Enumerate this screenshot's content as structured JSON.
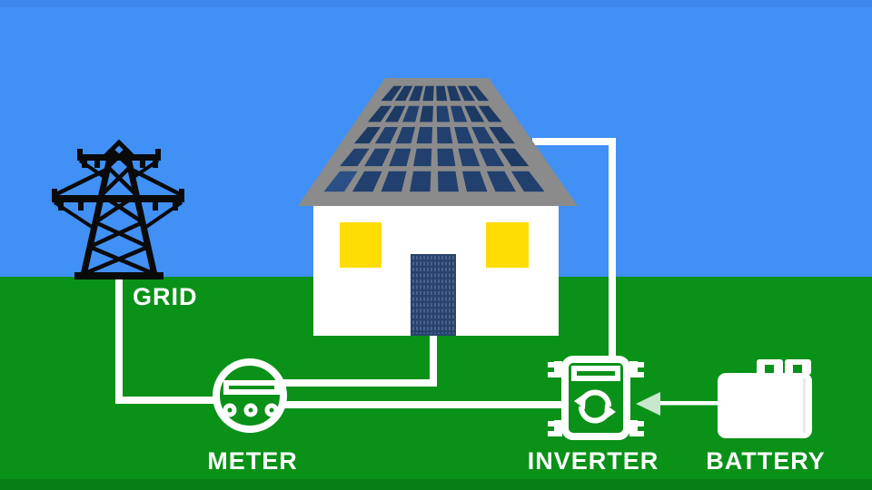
{
  "title": "Home solar power system diagram",
  "scene": {
    "labels": {
      "grid": "GRID",
      "meter": "METER",
      "inverter": "INVERTER",
      "battery": "BATTERY"
    }
  },
  "colors": {
    "sky": "#4190f6",
    "ground": "#0a9118",
    "roof": "#8b8b8b",
    "window": "#ffdc04",
    "tower": "#0a0a0a",
    "door_base": "#27436d",
    "door_stripe": "#5b77a0",
    "line_white": "#ffffff"
  },
  "house": {
    "panel": {
      "rows": 5,
      "cols": 8,
      "shade_colors": [
        "#1d3a63",
        "#21406e",
        "#2a5085"
      ],
      "shade_matrix": [
        [
          0,
          0,
          0,
          0,
          0,
          0,
          0,
          0
        ],
        [
          0,
          0,
          1,
          0,
          1,
          1,
          0,
          0
        ],
        [
          0,
          1,
          1,
          1,
          1,
          1,
          1,
          0
        ],
        [
          1,
          1,
          1,
          1,
          1,
          1,
          1,
          0
        ],
        [
          2,
          1,
          1,
          1,
          1,
          1,
          1,
          1
        ]
      ]
    },
    "door": {
      "stripe_count": 12
    }
  },
  "icons": {
    "tower": "transmission-tower-icon",
    "house": "house-icon",
    "solar_roof": "solar-panel-roof-icon",
    "meter": "electric-meter-icon",
    "inverter": "inverter-icon",
    "sync": "sync-arrows-icon",
    "battery": "battery-icon",
    "flow_arrow": "flow-arrow-left-icon"
  }
}
